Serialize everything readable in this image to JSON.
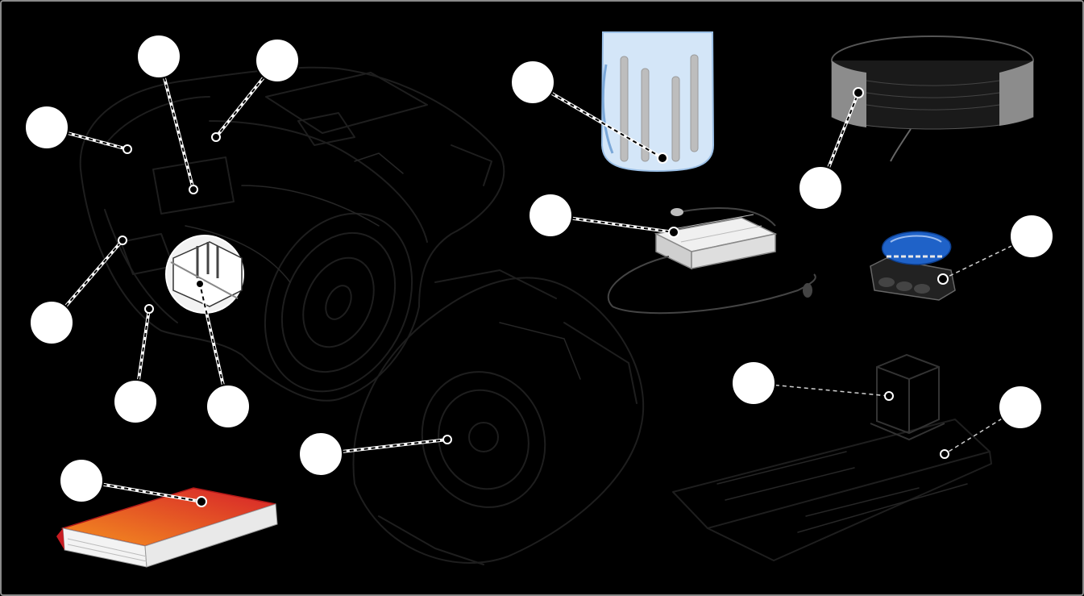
{
  "figure": {
    "background": "#000000",
    "frame_color": "#8a8a8a",
    "callout_fill": "#ffffff",
    "book_colors": [
      "#f08a1e",
      "#d81e2a"
    ],
    "pouch_color": "#cfe3f7",
    "connector_color": "#1f62c8",
    "cable_band_color": "#8c8c8c"
  },
  "callouts": [
    {
      "id": "body-cover",
      "target": "mower-body-cover"
    },
    {
      "id": "display",
      "target": "mower-display"
    },
    {
      "id": "handle",
      "target": "mower-handle"
    },
    {
      "id": "front-sensor",
      "target": "mower-front-sensor"
    },
    {
      "id": "charging-strip",
      "target": "mower-charging-strip"
    },
    {
      "id": "contact-plate",
      "target": "mower-contact-plate"
    },
    {
      "id": "cutting-disc",
      "target": "mower-cutting-disc"
    },
    {
      "id": "manual",
      "target": "operator-manual"
    },
    {
      "id": "pegs",
      "target": "boundary-pegs"
    },
    {
      "id": "power-supply",
      "target": "power-supply"
    },
    {
      "id": "boundary-wire",
      "target": "boundary-wire"
    },
    {
      "id": "wire-connector",
      "target": "wire-connector"
    },
    {
      "id": "charging-station-top",
      "target": "charging-station-contacts"
    },
    {
      "id": "charging-station-plate",
      "target": "charging-station-baseplate"
    }
  ]
}
